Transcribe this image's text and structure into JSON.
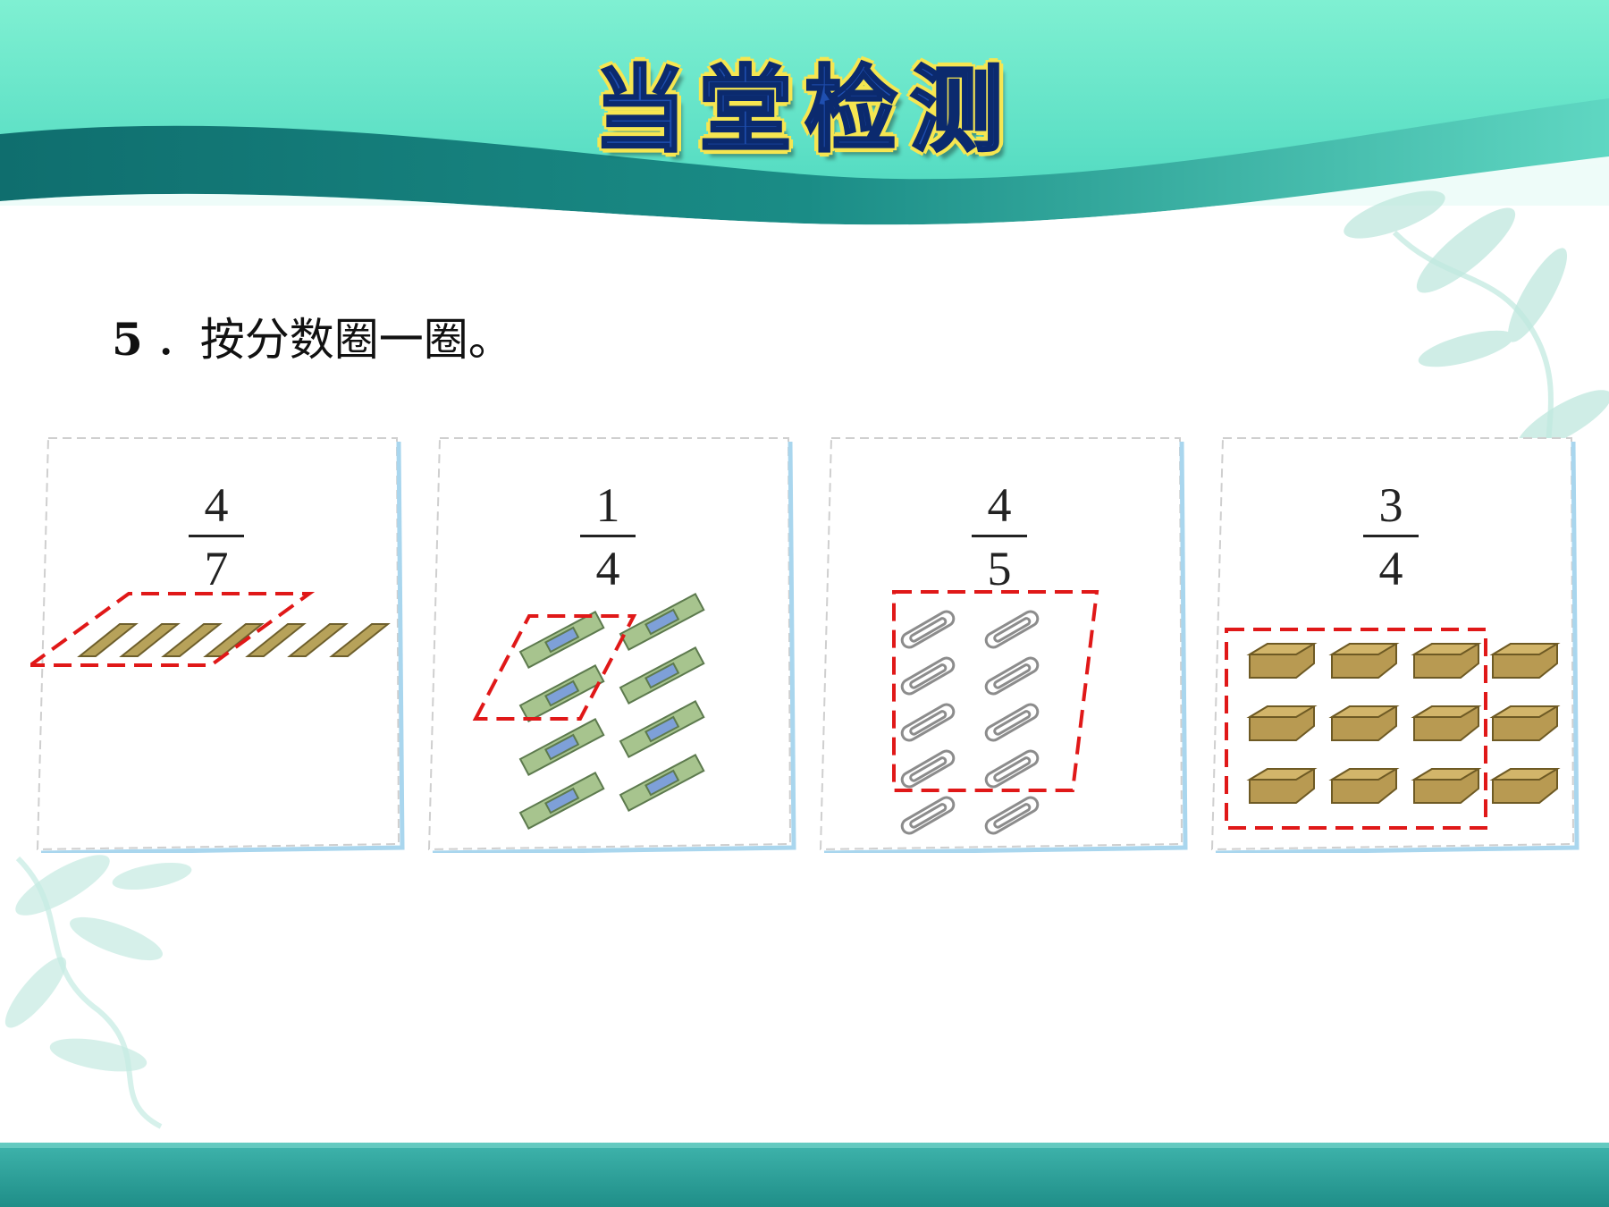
{
  "slide": {
    "title": "当堂检测"
  },
  "question": {
    "number": "5",
    "separator": "．",
    "text": "按分数圈一圈。"
  },
  "cards": [
    {
      "numerator": "4",
      "denominator": "7",
      "object": "pencil-sharpener-strip",
      "item_count": 7,
      "circled_count": 4
    },
    {
      "numerator": "1",
      "denominator": "4",
      "object": "ruler",
      "item_count": 8,
      "circled_count": 2
    },
    {
      "numerator": "4",
      "denominator": "5",
      "object": "paper-clip",
      "item_count": 10,
      "circled_count": 8
    },
    {
      "numerator": "3",
      "denominator": "4",
      "object": "eraser",
      "item_count": 12,
      "circled_count": 9
    }
  ],
  "colors": {
    "header_teal": "#1a8c86",
    "header_mint": "#6ee8c9",
    "footer_teal": "#2a9d97",
    "dash_red": "#e01818",
    "card_edge": "#a9d6ee"
  }
}
